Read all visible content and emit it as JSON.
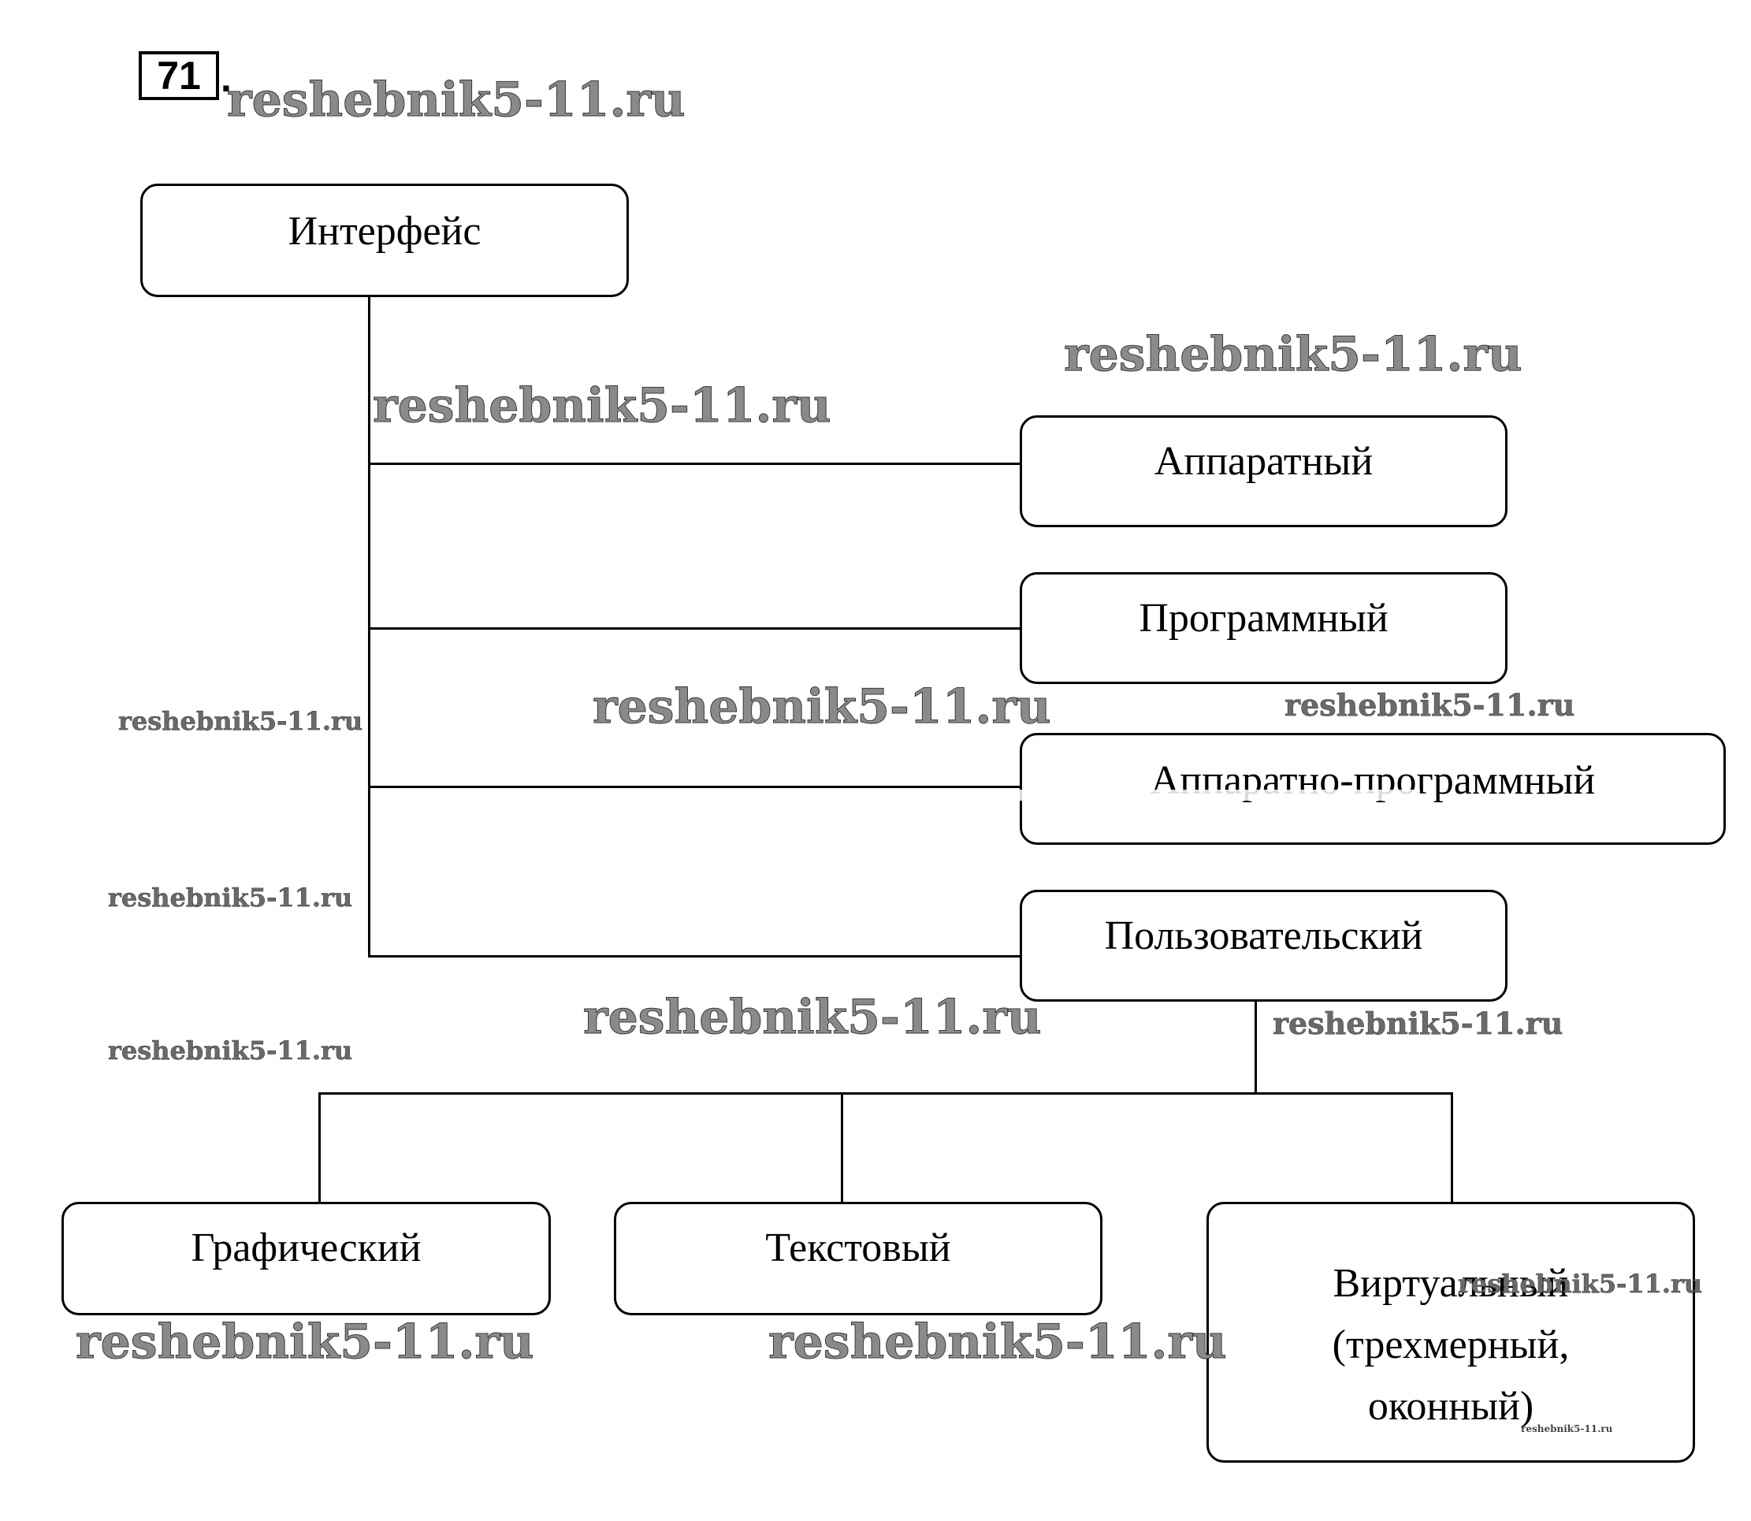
{
  "task_number": "71",
  "task_dot": ".",
  "nodes": {
    "root": "Интерфейс",
    "hardware": "Аппаратный",
    "software": "Программный",
    "hardware_software": "Аппаратно-программный",
    "user": "Пользовательский",
    "graphic": "Графический",
    "text": "Текстовый",
    "virtual_line1": "Виртуальный",
    "virtual_line2": "(трехмерный,",
    "virtual_line3": "оконный)"
  },
  "watermark": "reshebnik5-11.ru"
}
